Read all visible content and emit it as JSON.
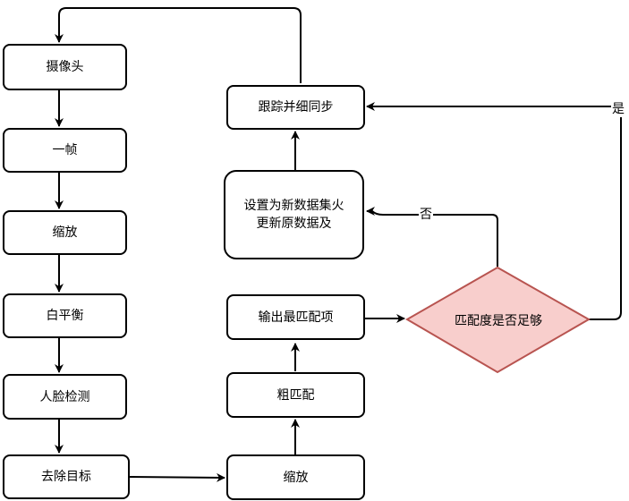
{
  "nodes": {
    "camera": "摄像头",
    "frame": "一帧",
    "scale_left": "缩放",
    "white_balance": "白平衡",
    "face_detect": "人脸检测",
    "remove_target": "去除目标",
    "scale_right": "缩放",
    "coarse_match": "粗匹配",
    "output_best": "输出最匹配项",
    "set_new_data": "设置为新数据集火\n更新原数据及",
    "track_sync": "跟踪并细同步"
  },
  "decision": {
    "label": "匹配度是否足够"
  },
  "edges": {
    "yes_label": "是",
    "no_label": "否"
  },
  "colors": {
    "decision_fill": "#f8cecc",
    "decision_stroke": "#b85450",
    "line": "#000000"
  }
}
